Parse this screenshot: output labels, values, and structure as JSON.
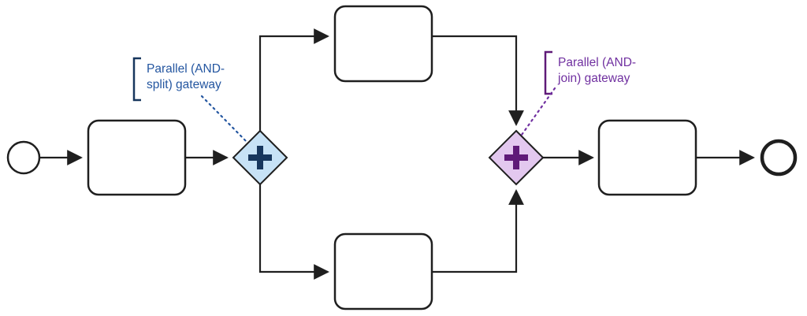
{
  "diagram": {
    "type": "bpmn-parallel-gateway-process",
    "annotations": {
      "split": {
        "line1": "Parallel (AND-",
        "line2": "split) gateway",
        "color": "#2456a0",
        "bracket_color": "#17365d"
      },
      "join": {
        "line1": "Parallel (AND-",
        "line2": "join) gateway",
        "color": "#7030a0",
        "bracket_color": "#5f1a78"
      }
    },
    "colors": {
      "stroke": "#1f1f1f",
      "split_gateway_fill": "#c7e2f6",
      "split_gateway_plus": "#17365d",
      "join_gateway_fill": "#e3c8ef",
      "join_gateway_plus": "#5f1a78"
    }
  }
}
